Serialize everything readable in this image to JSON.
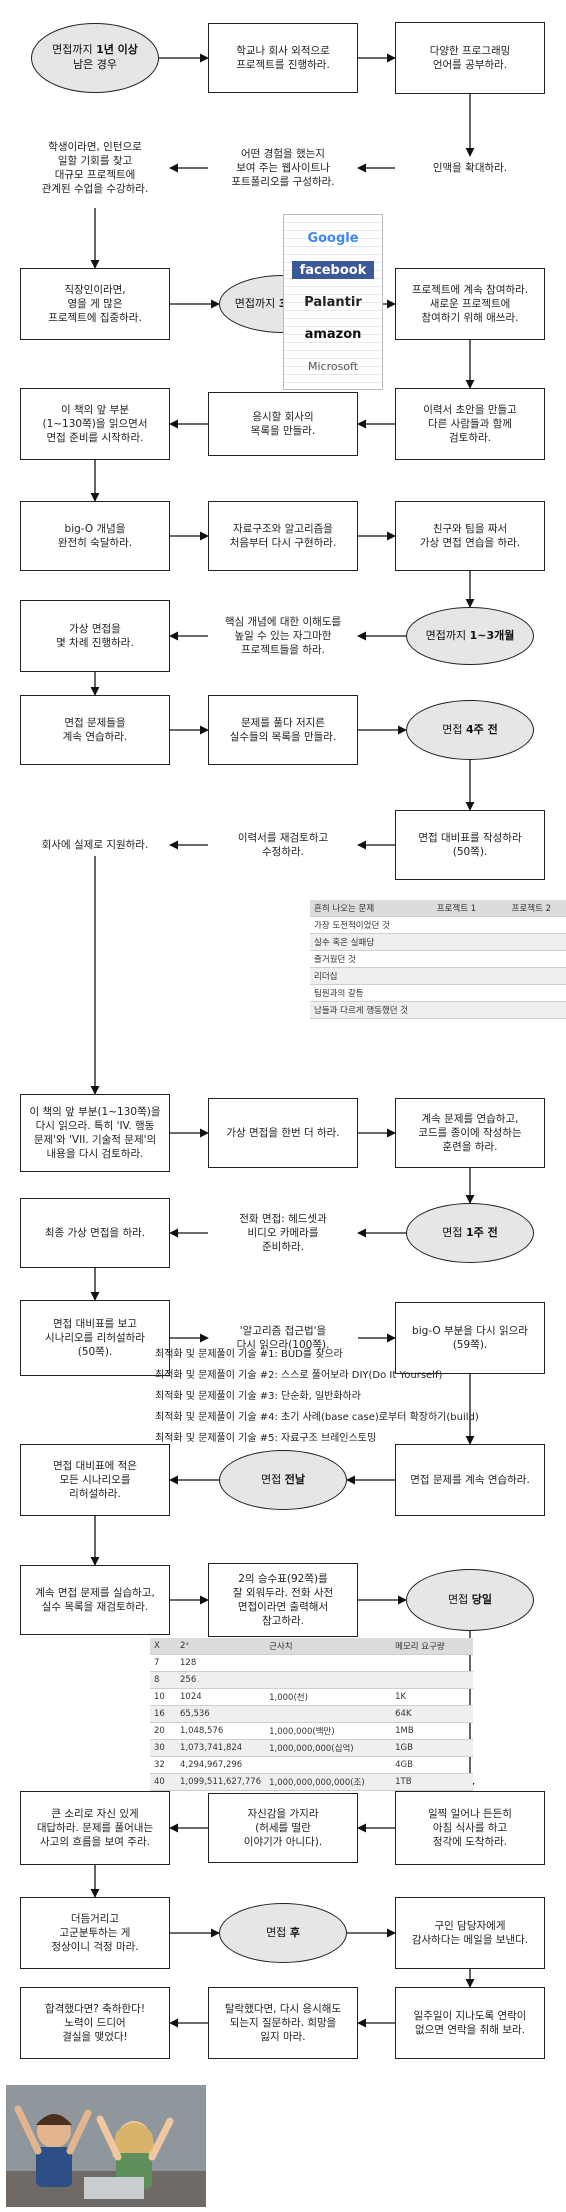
{
  "colors": {
    "ellipse_fill": "#e6e6e6",
    "line": "#111111",
    "table_header": "#dcdcdc"
  },
  "nodes": {
    "n1": [
      "면접까지 1년 이상",
      "남은 경우"
    ],
    "n2": [
      "학교나 회사 외적으로",
      "프로젝트를 진행하라."
    ],
    "n3": [
      "다양한 프로그래밍",
      "언어를 공부하라."
    ],
    "n4": [
      "학생이라면, 인턴으로",
      "일할 기회를 찾고",
      "대규모 프로젝트에",
      "관계된 수업을 수강하라."
    ],
    "n5": [
      "어떤 경험을 했는지",
      "보여 주는 웹사이트나",
      "포트폴리오를 구성하라."
    ],
    "n6": [
      "인맥을 확대하라."
    ],
    "n7": [
      "직장인이라면,",
      "영을 게 많은",
      "프로젝트에 집중하라."
    ],
    "n8": [
      "면접까지 3~12개월"
    ],
    "n9": [
      "프로젝트에 계속 참여하라.",
      "새로운 프로젝트에",
      "참여하기 위해 애쓰라."
    ],
    "n10": [
      "이 책의 앞 부분",
      "(1~130쪽)을 읽으면서",
      "면접 준비를 시작하라."
    ],
    "n11": [
      "응시할 회사의",
      "목록을 만들라."
    ],
    "n12": [
      "이력서 초안을 만들고",
      "다른 사람들과 함께",
      "검토하라."
    ],
    "n13": [
      "big-O 개념을",
      "완전히 숙달하라."
    ],
    "n14": [
      "자료구조와 알고리즘을",
      "처음부터 다시 구현하라."
    ],
    "n15": [
      "친구와 팀을 짜서",
      "가상 면접 연습을 하라."
    ],
    "n16": [
      "가상 면접을",
      "몇 차례 진행하라."
    ],
    "n17": [
      "핵심 개념에 대한 이해도를",
      "높일 수 있는 자그마한",
      "프로젝트들을 하라."
    ],
    "n18": [
      "면접까지 1~3개월"
    ],
    "n19": [
      "면접 문제들을",
      "계속 연습하라."
    ],
    "n20": [
      "문제를 풀다 저지른",
      "실수들의 목록을 만들라."
    ],
    "n21": [
      "면접 4주 전"
    ],
    "n22": [
      "회사에 실제로 지원하라."
    ],
    "n23": [
      "이력서를 재검토하고",
      "수정하라."
    ],
    "n24": [
      "면접 대비표를 작성하라",
      "(50쪽)."
    ],
    "n25": [
      "이 책의 앞 부분(1~130쪽)을",
      "다시 읽으라. 특히 'IV. 행동",
      "문제'와 'VII. 기술적 문제'의",
      "내용을 다시 검토하라."
    ],
    "n26": [
      "가상 면접을 한번 더 하라."
    ],
    "n27": [
      "계속 문제를 연습하고,",
      "코드를 종이에 작성하는",
      "훈련을 하라."
    ],
    "n28": [
      "최종 가상 면접을 하라."
    ],
    "n29": [
      "전화 면접: 헤드셋과",
      "비디오 카메라를",
      "준비하라."
    ],
    "n30": [
      "면접 1주 전"
    ],
    "n31": [
      "면접 대비표를 보고",
      "시나리오를 리허설하라",
      "(50쪽)."
    ],
    "n32": [
      "'알고리즘 접근법'을",
      "다시 읽으라(100쪽)."
    ],
    "n33": [
      "big-O 부분을 다시 읽으라",
      "(59쪽)."
    ],
    "n34": [
      "면접 대비표에 적은",
      "모든 시나리오를",
      "리허설하라."
    ],
    "n35": [
      "면접 전날"
    ],
    "n36": [
      "면접 문제를 계속 연습하라."
    ],
    "n37": [
      "계속 면접 문제를 실습하고,",
      "실수 목록을 재검토하라."
    ],
    "n38": [
      "2의 승수표(92쪽)를",
      "잘 외워두라. 전화 사전",
      "면접이라면 출력해서",
      "참고하라."
    ],
    "n39": [
      "면접 당일"
    ],
    "n40": [
      "큰 소리로 자신 있게",
      "대답하라. 문제를 풀어내는",
      "사고의 흐름을 보여 주라."
    ],
    "n41": [
      "자신감을 가지라",
      "(허세를 떨란",
      "이야기가 아니다)."
    ],
    "n42": [
      "일찍 일어나 든든히",
      "아침 식사를 하고",
      "정각에 도착하라."
    ],
    "n43": [
      "더듬거리고",
      "고군분투하는 게",
      "정상이니 걱정 마라."
    ],
    "n44": [
      "면접 후"
    ],
    "n45": [
      "구인 담당자에게",
      "감사하다는 메일을 보낸다."
    ],
    "n46": [
      "합격했다면? 축하한다!",
      "노력이 드디어",
      "결실을 맺었다!"
    ],
    "n47": [
      "탈락했다면, 다시 응시해도",
      "되는지 질문하라. 희망을",
      "잃지 마라."
    ],
    "n48": [
      "일주일이 지나도록 연락이",
      "없으면 연락을 취해 보라."
    ]
  },
  "logos": [
    "Google",
    "facebook",
    "Palantir",
    "amazon",
    "Microsoft"
  ],
  "prep_table": {
    "headers": [
      "흔히 나오는 문제",
      "프로젝트 1",
      "프로젝트 2"
    ],
    "rows": [
      "가장 도전적이었던 것",
      "실수 혹은 실패담",
      "즐거웠던 것",
      "리더십",
      "팀원과의 갈등",
      "남들과 다르게 행동했던 것"
    ]
  },
  "techniques": [
    "최적화 및 문제풀이 기술 #1: BUD를 찾으라",
    "최적화 및 문제풀이 기술 #2: 스스로 풀어보라 DIY(Do It Yourself)",
    "최적화 및 문제풀이 기술 #3: 단순화, 일반화하라",
    "최적화 및 문제풀이 기술 #4: 초기 사례(base case)로부터 확장하기(build)",
    "최적화 및 문제풀이 기술 #5: 자료구조 브레인스토밍"
  ],
  "powers_table": {
    "headers": [
      "X",
      "2ˣ",
      "근사치",
      "메모리 요구량"
    ],
    "rows": [
      [
        "7",
        "128",
        "",
        ""
      ],
      [
        "8",
        "256",
        "",
        ""
      ],
      [
        "10",
        "1024",
        "1,000(천)",
        "1K"
      ],
      [
        "16",
        "65,536",
        "",
        "64K"
      ],
      [
        "20",
        "1,048,576",
        "1,000,000(백만)",
        "1MB"
      ],
      [
        "30",
        "1,073,741,824",
        "1,000,000,000(십억)",
        "1GB"
      ],
      [
        "32",
        "4,294,967,296",
        "",
        "4GB"
      ],
      [
        "40",
        "1,099,511,627,776",
        "1,000,000,000,000(조)",
        "1TB"
      ]
    ]
  }
}
